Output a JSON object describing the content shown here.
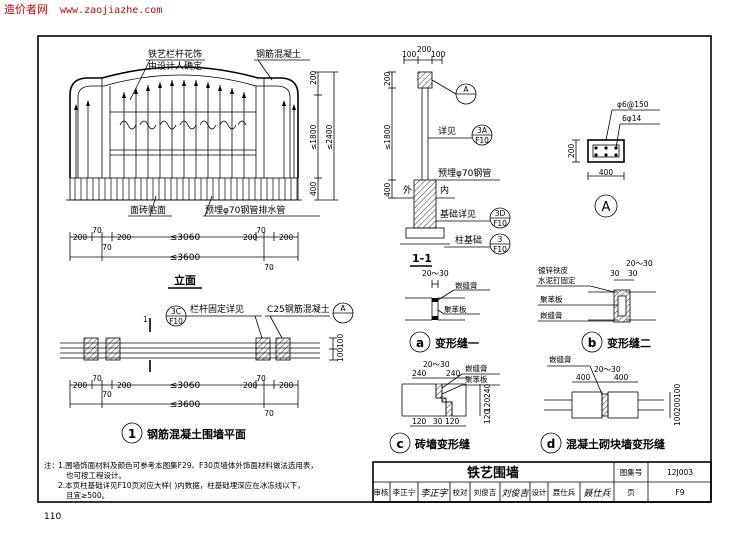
{
  "watermark": {
    "site_name": "造价者网",
    "url": "www.zaojiazhe.com"
  },
  "elevation": {
    "title": "立面",
    "label_railing": "铁艺栏杆花饰",
    "label_railing2": "由设计人确定",
    "label_rc": "钢筋混凝土",
    "label_tile": "面砖贴面",
    "label_drain": "预埋φ70钢管排水管",
    "dim_200": "200",
    "dim_1800": "≤1800",
    "dim_2400": "≤2400",
    "dim_400": "400",
    "dim_70a": "70",
    "dim_200a": "200",
    "dim_200b": "200",
    "dim_3060": "≤3060",
    "dim_200c": "200",
    "dim_200d": "200",
    "dim_70b": "70",
    "dim_70c": "70",
    "dim_3600": "≤3600",
    "dim_70d": "70"
  },
  "plan": {
    "num": "1",
    "title": "钢筋混凝土围墙平面",
    "ref_num": "3C",
    "ref_sheet": "F10",
    "label_detail": "栏杆固定详见",
    "label_concrete": "C25钢筋混凝土",
    "section_mark": "A",
    "section_cut": "1",
    "dim_100a": "100",
    "dim_100b": "100",
    "dim_70a": "70",
    "dim_200a": "200",
    "dim_200b": "200",
    "dim_3060": "≤3060",
    "dim_200c": "200",
    "dim_200d": "200",
    "dim_70b": "70",
    "dim_70c": "70",
    "dim_3600": "≤3600",
    "dim_70d": "70"
  },
  "section": {
    "title": "1-1",
    "dim_100": "100",
    "dim_200": "200",
    "dim_100b": "100",
    "dim_200v": "200",
    "dim_1800": "≤1800",
    "dim_400": "400",
    "mark_a": "A",
    "label_detail": "详见",
    "ref3a_num": "3A",
    "ref3a_sheet": "F10",
    "label_pipe": "预埋φ70钢管",
    "label_out": "外",
    "label_in": "内",
    "label_found": "基础详见",
    "ref3d_num": "3D",
    "ref3d_sheet": "F10",
    "label_base": "柱基础",
    "ref3_num": "3",
    "ref3_sheet": "F10"
  },
  "column": {
    "label_stirrup": "φ6@150",
    "label_bars": "6φ14",
    "dim_200": "200",
    "dim_400": "400",
    "mark": "A"
  },
  "joint_a": {
    "dim": "20～30",
    "label_fill": "嵌缝膏",
    "label_board": "聚苯板",
    "num": "a",
    "title": "变形缝一"
  },
  "joint_b": {
    "label_1": "镀锌铁皮",
    "label_2": "水泥钉固定",
    "dim": "20～30",
    "dim_30a": "30",
    "dim_30b": "30",
    "label_board": "聚苯板",
    "label_fill": "嵌缝膏",
    "num": "b",
    "title": "变形缝二"
  },
  "joint_c": {
    "dim": "20～30",
    "dim_240a": "240",
    "dim_240b": "240",
    "label_fill": "嵌缝膏",
    "label_board": "聚苯板",
    "dim_120a": "120",
    "dim_30a": "30",
    "dim_120b": "120",
    "dim_v120a": "120",
    "dim_v120b": "120",
    "dim_v240": "240",
    "num": "c",
    "title": "砖墙变形缝"
  },
  "joint_d": {
    "label_fill": "嵌缝膏",
    "dim": "20～30",
    "dim_400a": "400",
    "dim_400b": "400",
    "dim_v100a": "100",
    "dim_v200": "200",
    "dim_v100b": "100",
    "num": "d",
    "title": "混凝土砌块墙变形缝"
  },
  "notes": {
    "heading": "注：",
    "line1": "1.围墙饰面材料及颜色可参考本图集F29、F30页墙体外饰面材料做法选用表，",
    "line1b": "也可按工程设计。",
    "line2": "2.本页柱基础详见F10页对应大样( )内数据，柱基础埋深应在冰冻线以下，",
    "line2b": "且宜≥500。"
  },
  "titleblock": {
    "title": "铁艺围墙",
    "atlas_label": "图集号",
    "atlas_no": "12J003",
    "review_label": "审核",
    "review_name": "李正宁",
    "review_sig": "李正字",
    "check_label": "校对",
    "check_name": "刘俊吉",
    "check_sig": "刘俊吉",
    "design_label": "设计",
    "design_name": "聂仕兵",
    "design_sig": "聂仕兵",
    "page_label": "页",
    "page_no": "F9"
  },
  "page_number": "110"
}
